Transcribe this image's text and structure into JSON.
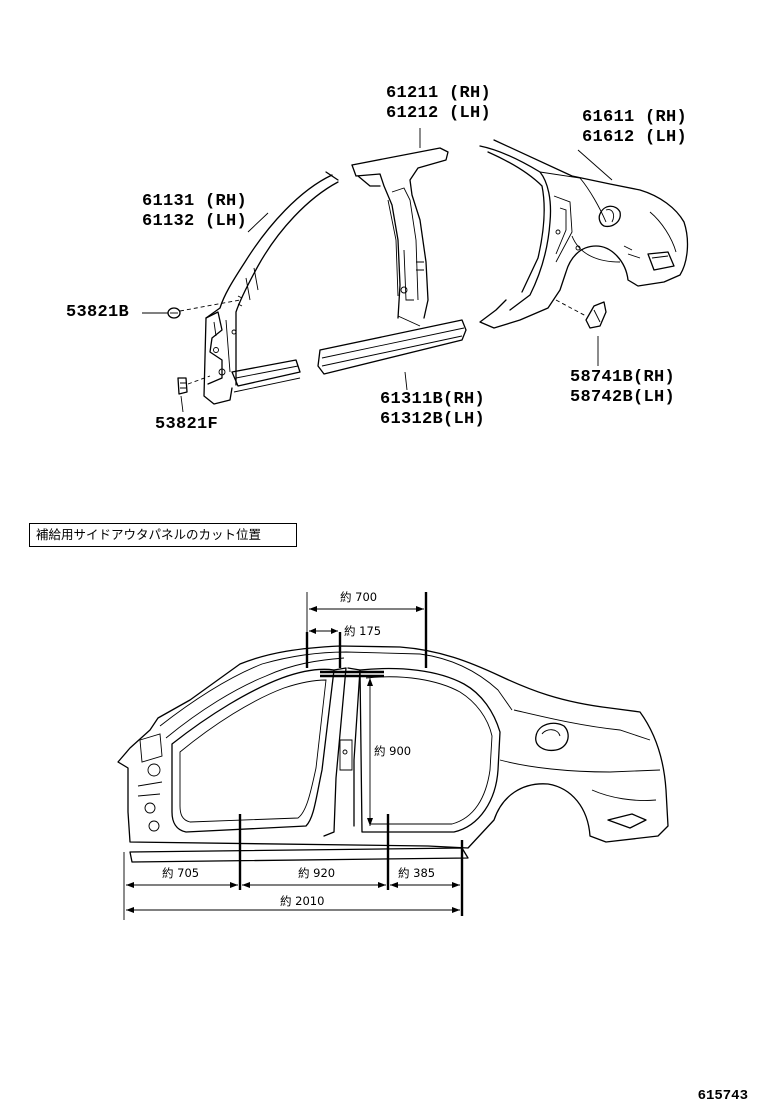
{
  "exploded_view": {
    "parts": [
      {
        "number": "61211",
        "side": "(RH)"
      },
      {
        "number": "61212",
        "side": "(LH)"
      },
      {
        "number": "61611",
        "side": "(RH)"
      },
      {
        "number": "61612",
        "side": "(LH)"
      },
      {
        "number": "61131",
        "side": "(RH)"
      },
      {
        "number": "61132",
        "side": "(LH)"
      },
      {
        "number": "53821B",
        "side": ""
      },
      {
        "number": "53821F",
        "side": ""
      },
      {
        "number": "61311B",
        "side": "(RH)"
      },
      {
        "number": "61312B",
        "side": "(LH)"
      },
      {
        "number": "58741B",
        "side": "(RH)"
      },
      {
        "number": "58742B",
        "side": "(LH)"
      }
    ]
  },
  "cut_position": {
    "title": "補給用サイドアウタパネルのカット位置",
    "dimensions": {
      "top_overall": "約 700",
      "top_inner": "約 175",
      "pillar_height": "約 900",
      "front_section": "約 705",
      "middle_section": "約 920",
      "rear_section": "約 385",
      "overall_length": "約 2010"
    }
  },
  "sheet_number": "615743"
}
